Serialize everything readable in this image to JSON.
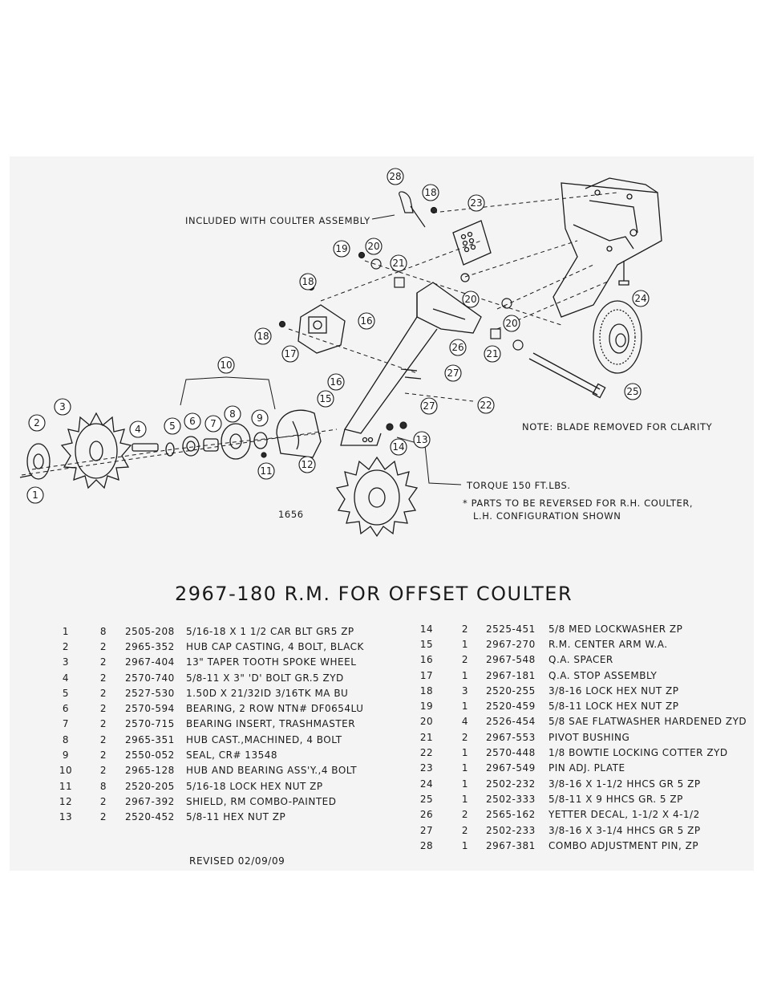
{
  "diagram": {
    "callout_included": "INCLUDED WITH COULTER ASSEMBLY",
    "note": "NOTE: BLADE REMOVED FOR CLARITY",
    "torque": "TORQUE 150 FT.LBS.",
    "reversed_line1": "* PARTS TO BE REVERSED FOR R.H. COULTER,",
    "reversed_line2": "L.H. CONFIGURATION SHOWN",
    "drawing_number": "1656",
    "balloons": [
      "1",
      "2",
      "3",
      "4",
      "5",
      "6",
      "7",
      "8",
      "9",
      "10",
      "11",
      "12",
      "13",
      "14",
      "15",
      "16",
      "16",
      "17",
      "18",
      "18",
      "18",
      "19",
      "20",
      "20",
      "20",
      "21",
      "21",
      "22",
      "23",
      "24",
      "25",
      "26",
      "27",
      "27",
      "28"
    ]
  },
  "title": "2967-180 R.M. FOR OFFSET COULTER",
  "parts_left": [
    {
      "item": "1",
      "qty": "8",
      "part": "2505-208",
      "desc": "5/16-18 X 1 1/2 CAR BLT GR5 ZP"
    },
    {
      "item": "2",
      "qty": "2",
      "part": "2965-352",
      "desc": "HUB CAP CASTING, 4 BOLT, BLACK"
    },
    {
      "item": "3",
      "qty": "2",
      "part": "2967-404",
      "desc": "13\" TAPER TOOTH SPOKE WHEEL"
    },
    {
      "item": "4",
      "qty": "2",
      "part": "2570-740",
      "desc": "5/8-11 X 3\" 'D' BOLT GR.5 ZYD"
    },
    {
      "item": "5",
      "qty": "2",
      "part": "2527-530",
      "desc": "1.50D X 21/32ID 3/16TK MA BU"
    },
    {
      "item": "6",
      "qty": "2",
      "part": "2570-594",
      "desc": "BEARING, 2 ROW NTN# DF0654LU"
    },
    {
      "item": "7",
      "qty": "2",
      "part": "2570-715",
      "desc": "BEARING INSERT, TRASHMASTER"
    },
    {
      "item": "8",
      "qty": "2",
      "part": "2965-351",
      "desc": "HUB CAST.,MACHINED, 4 BOLT"
    },
    {
      "item": "9",
      "qty": "2",
      "part": "2550-052",
      "desc": "SEAL, CR# 13548"
    },
    {
      "item": "10",
      "qty": "2",
      "part": "2965-128",
      "desc": "HUB AND BEARING ASS'Y.,4 BOLT"
    },
    {
      "item": "11",
      "qty": "8",
      "part": "2520-205",
      "desc": "5/16-18 LOCK HEX NUT ZP"
    },
    {
      "item": "12",
      "qty": "2",
      "part": "2967-392",
      "desc": "SHIELD, RM COMBO-PAINTED"
    },
    {
      "item": "13",
      "qty": "2",
      "part": "2520-452",
      "desc": "5/8-11 HEX NUT ZP"
    }
  ],
  "parts_right": [
    {
      "item": "14",
      "qty": "2",
      "part": "2525-451",
      "desc": "5/8 MED LOCKWASHER ZP"
    },
    {
      "item": "15",
      "qty": "1",
      "part": "2967-270",
      "desc": "R.M. CENTER ARM W.A."
    },
    {
      "item": "16",
      "qty": "2",
      "part": "2967-548",
      "desc": "Q.A. SPACER"
    },
    {
      "item": "17",
      "qty": "1",
      "part": "2967-181",
      "desc": "Q.A. STOP ASSEMBLY"
    },
    {
      "item": "18",
      "qty": "3",
      "part": "2520-255",
      "desc": "3/8-16 LOCK HEX NUT ZP"
    },
    {
      "item": "19",
      "qty": "1",
      "part": "2520-459",
      "desc": "5/8-11 LOCK HEX NUT   ZP"
    },
    {
      "item": "20",
      "qty": "4",
      "part": "2526-454",
      "desc": "5/8 SAE FLATWASHER HARDENED ZYD"
    },
    {
      "item": "21",
      "qty": "2",
      "part": "2967-553",
      "desc": "PIVOT BUSHING"
    },
    {
      "item": "22",
      "qty": "1",
      "part": "2570-448",
      "desc": "1/8 BOWTIE LOCKING COTTER ZYD"
    },
    {
      "item": "23",
      "qty": "1",
      "part": "2967-549",
      "desc": "PIN ADJ. PLATE"
    },
    {
      "item": "24",
      "qty": "1",
      "part": "2502-232",
      "desc": "3/8-16 X 1-1/2 HHCS GR 5 ZP"
    },
    {
      "item": "25",
      "qty": "1",
      "part": "2502-333",
      "desc": "5/8-11 X 9 HHCS GR. 5 ZP"
    },
    {
      "item": "26",
      "qty": "2",
      "part": "2565-162",
      "desc": "YETTER DECAL, 1-1/2 X 4-1/2"
    },
    {
      "item": "27",
      "qty": "2",
      "part": "2502-233",
      "desc": "3/8-16 X 3-1/4 HHCS GR 5 ZP"
    },
    {
      "item": "28",
      "qty": "1",
      "part": "2967-381",
      "desc": "COMBO ADJUSTMENT PIN, ZP"
    }
  ],
  "revised": "REVISED 02/09/09"
}
